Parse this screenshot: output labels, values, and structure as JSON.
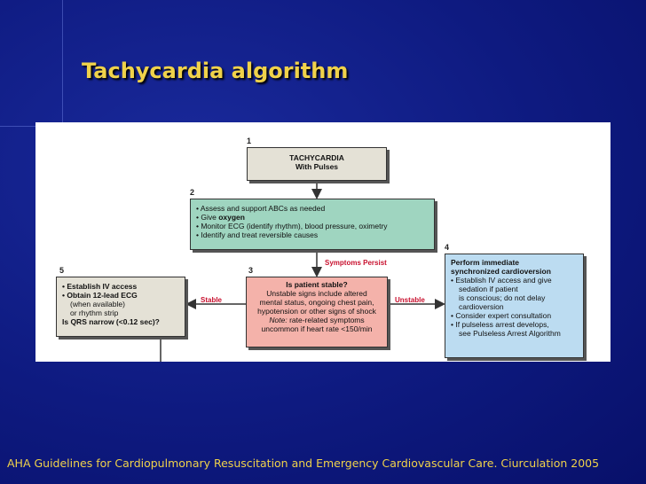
{
  "slide": {
    "title": "Tachycardia algorithm",
    "footer": "AHA Guidelines for Cardiopulmonary Resuscitation and Emergency Cardiovascular Care. Ciurculation 2005"
  },
  "colors": {
    "background": "#0e1a80",
    "title": "#f0d24a",
    "box1": "#e4e1d6",
    "box2": "#9fd5c0",
    "box3": "#f4b2aa",
    "box4": "#bcdcf1",
    "box5": "#e4e1d6",
    "edge_label": "#c8102e"
  },
  "diagram": {
    "nodes": {
      "n1": {
        "number": "1",
        "line1": "TACHYCARDIA",
        "line2": "With Pulses"
      },
      "n2": {
        "number": "2",
        "item1_prefix": "Assess and support ABCs as needed",
        "item2_prefix": "Give ",
        "item2_bold": "oxygen",
        "item3": "Monitor ECG (identify rhythm), blood pressure, oximetry",
        "item4": "Identify and treat reversible causes"
      },
      "n3": {
        "number": "3",
        "heading": "Is patient stable?",
        "line1": "Unstable signs include altered",
        "line2": "mental status, ongoing chest pain,",
        "line3": "hypotension or other signs of shock",
        "note_label": "Note:",
        "note_text": " rate-related symptoms",
        "line5": "uncommon if heart rate <150/min"
      },
      "n4": {
        "number": "4",
        "heading1": "Perform immediate",
        "heading2": "synchronized cardioversion",
        "item1a": "Establish IV access and give",
        "item1b": "sedation if patient",
        "item1c": "is conscious; do not delay",
        "item1d": "cardioversion",
        "item2": "Consider expert consultation",
        "item3a": "If pulseless arrest develops,",
        "item3b": "see Pulseless Arrest Algorithm"
      },
      "n5": {
        "number": "5",
        "item1": "Establish IV access",
        "item2": "Obtain 12-lead ECG",
        "item2b": "(when available)",
        "item2c": "or rhythm strip",
        "question": "Is QRS narrow (<0.12 sec)?"
      }
    },
    "edges": {
      "symptoms_persist": "Symptoms Persist",
      "stable": "Stable",
      "unstable": "Unstable"
    }
  }
}
